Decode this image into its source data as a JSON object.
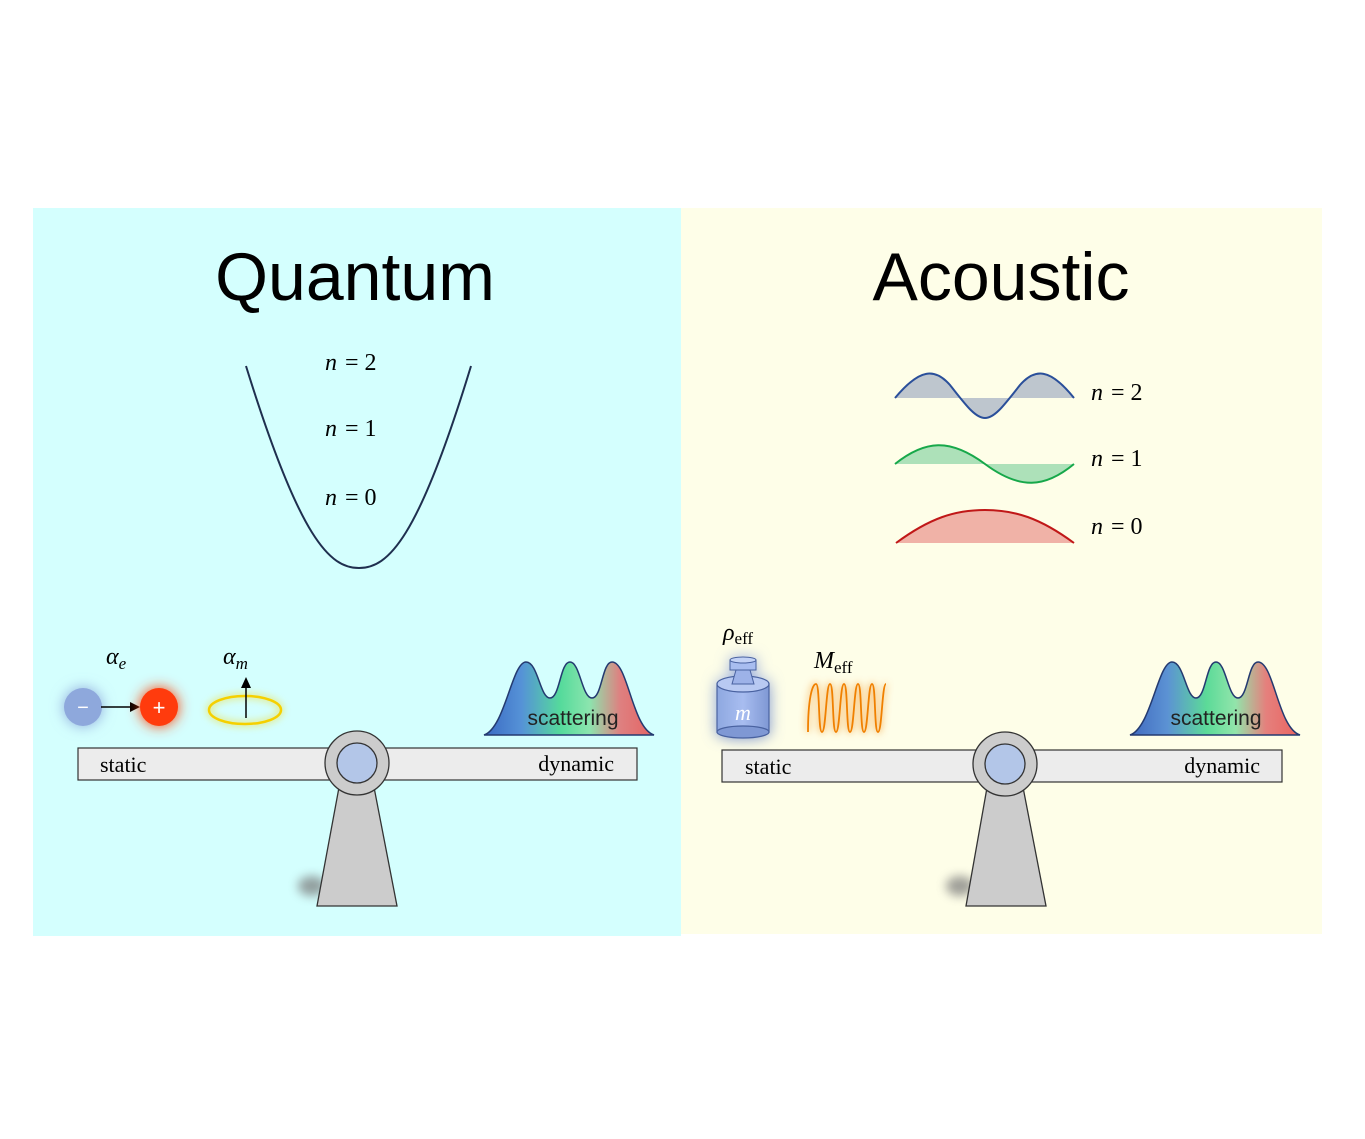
{
  "colors": {
    "quantum_bg": "#d4fffe",
    "acoustic_bg": "#fefee8",
    "level_blue": "#2e6fd6",
    "level_green": "#1fb843",
    "level_red": "#c9141b",
    "well_stroke": "#1f2f4f",
    "beam_fill": "#ececec",
    "stand_fill": "#cccccc",
    "pivot_inner": "#b3c6e8",
    "plus_charge": "#ff3a0a",
    "minus_charge": "#8ea8dc",
    "ring_yellow": "#f5d000",
    "spring_orange": "#f08000"
  },
  "quantum": {
    "title": "Quantum",
    "levels": [
      {
        "n_label": "n",
        "eq": "= 2"
      },
      {
        "n_label": "n",
        "eq": "= 1"
      },
      {
        "n_label": "n",
        "eq": "= 0"
      }
    ],
    "alpha_e": {
      "symbol": "α",
      "sub": "e"
    },
    "alpha_m": {
      "symbol": "α",
      "sub": "m"
    },
    "minus_sign": "−",
    "plus_sign": "+",
    "scattering": "scattering",
    "static": "static",
    "dynamic": "dynamic"
  },
  "acoustic": {
    "title": "Acoustic",
    "modes": [
      {
        "n_label": "n",
        "eq": "= 2"
      },
      {
        "n_label": "n",
        "eq": "= 1"
      },
      {
        "n_label": "n",
        "eq": "= 0"
      }
    ],
    "rho_eff": {
      "symbol": "ρ",
      "sub": "eff"
    },
    "m_eff": {
      "symbol": "M",
      "sub": "eff"
    },
    "mass_label": "m",
    "scattering": "scattering",
    "static": "static",
    "dynamic": "dynamic"
  }
}
